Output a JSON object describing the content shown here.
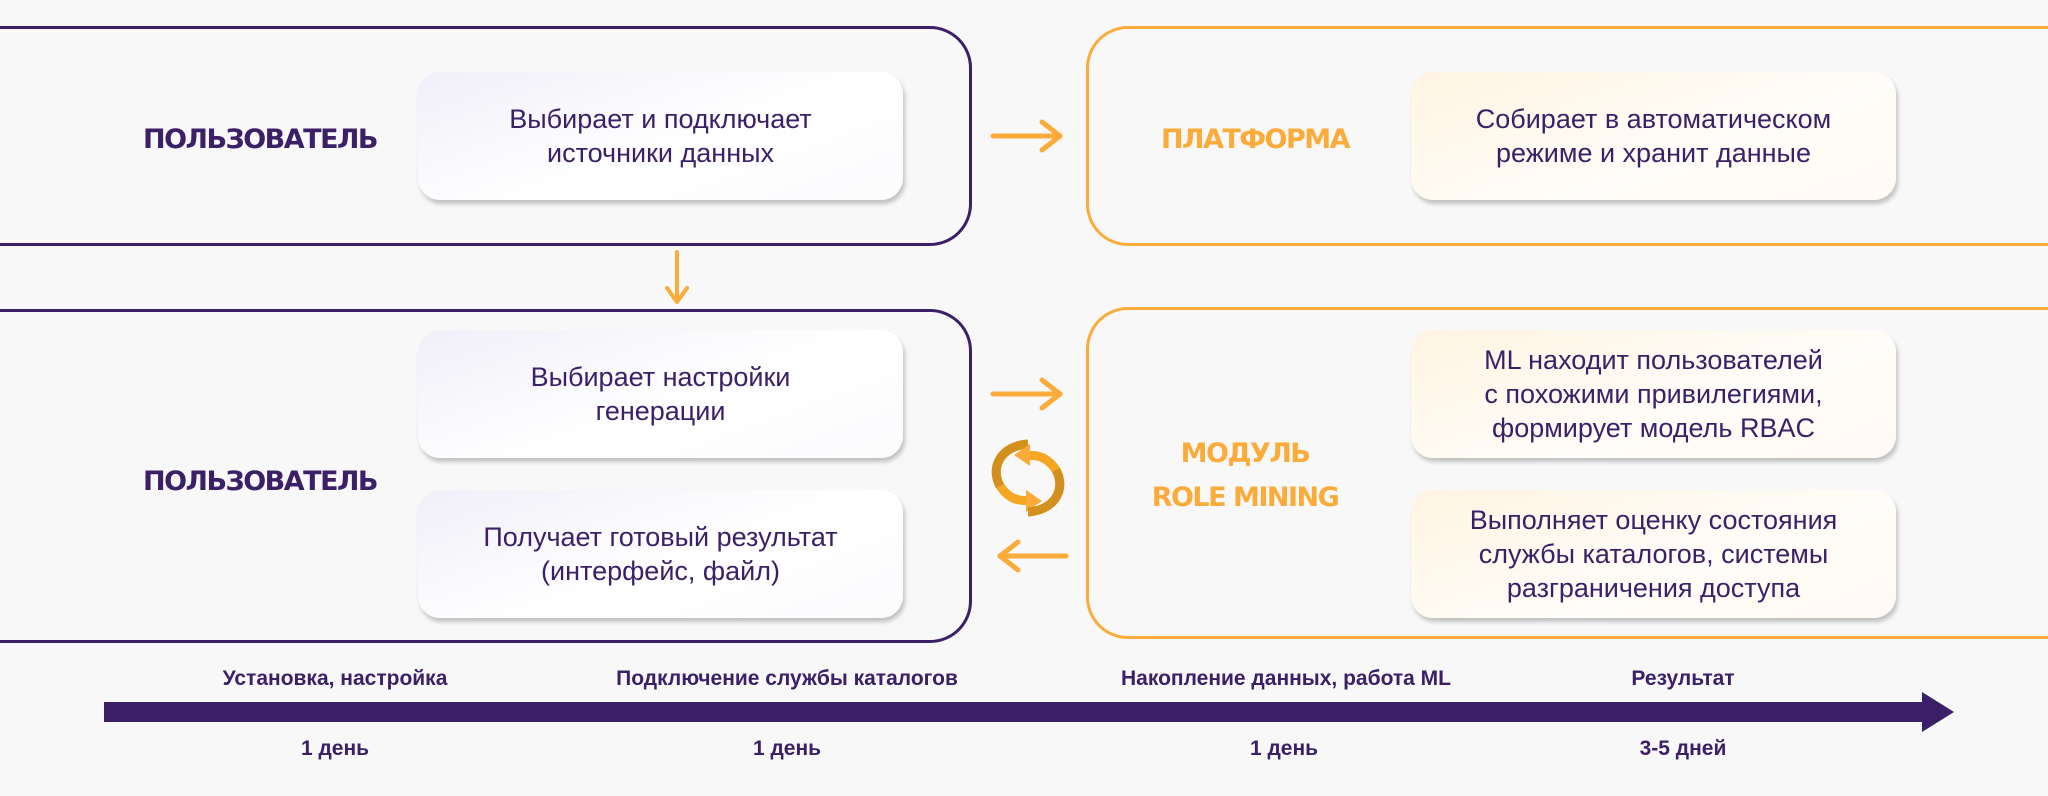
{
  "colors": {
    "purple": "#3b2068",
    "orange": "#fbab3a",
    "background": "#f8f8f8"
  },
  "top_row": {
    "user": {
      "role": "ПОЛЬЗОВАТЕЛЬ",
      "cards": [
        "Выбирает и подключает\nисточники данных"
      ]
    },
    "platform": {
      "role": "ПЛАТФОРМА",
      "cards": [
        "Собирает в автоматическом\nрежиме и хранит данные"
      ]
    }
  },
  "bottom_row": {
    "user": {
      "role": "ПОЛЬЗОВАТЕЛЬ",
      "cards": [
        "Выбирает настройки\nгенерации",
        "Получает готовый результат\n(интерфейс, файл)"
      ]
    },
    "module": {
      "role_line1": "МОДУЛЬ",
      "role_line2": "ROLE MINING",
      "cards": [
        "ML находит пользователей\nс похожими привилегиями,\nформирует модель RBAC",
        "Выполняет оценку состояния\nслужбы каталогов, системы\nразграничения доступа"
      ]
    }
  },
  "connectors": {
    "top_right": "arrow-right",
    "top_down": "arrow-down",
    "bottom_right": "arrow-right",
    "bottom_cycle": "cycle",
    "bottom_left": "arrow-left"
  },
  "timeline": {
    "stages": [
      {
        "label": "Установка, настройка",
        "duration": "1 день"
      },
      {
        "label": "Подключение службы каталогов",
        "duration": "1 день"
      },
      {
        "label": "Накопление данных, работа ML",
        "duration": "1 день"
      },
      {
        "label": "Результат",
        "duration": "3-5 дней"
      }
    ]
  }
}
